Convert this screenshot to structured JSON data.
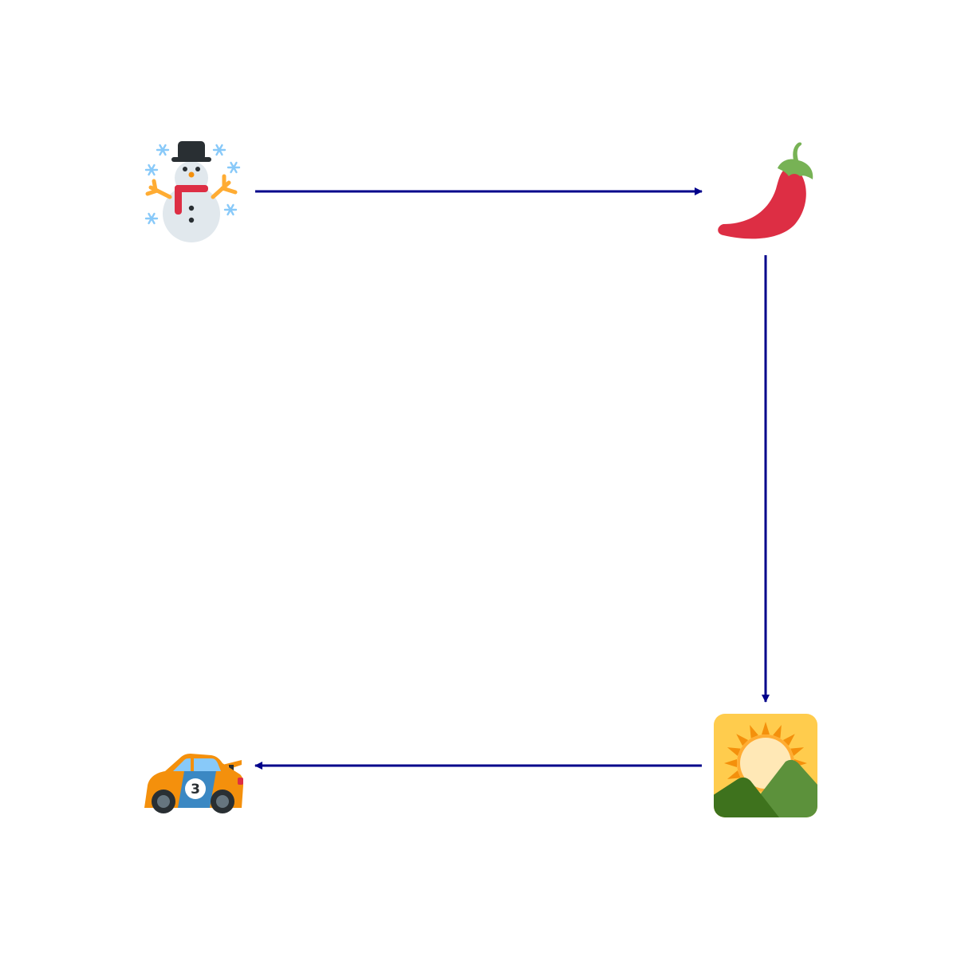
{
  "diagram": {
    "type": "cycle-flow",
    "nodes": [
      {
        "id": "snowman",
        "icon": "snowman-with-snow-icon"
      },
      {
        "id": "pepper",
        "icon": "hot-pepper-icon"
      },
      {
        "id": "sunrise",
        "icon": "sunrise-over-mountains-icon"
      },
      {
        "id": "car",
        "icon": "racing-car-icon",
        "number": "3"
      }
    ],
    "edges": [
      {
        "from": "snowman",
        "to": "pepper"
      },
      {
        "from": "pepper",
        "to": "sunrise"
      },
      {
        "from": "sunrise",
        "to": "car"
      }
    ],
    "colors": {
      "edge": "#00008B",
      "background": "#FFFFFF"
    }
  }
}
